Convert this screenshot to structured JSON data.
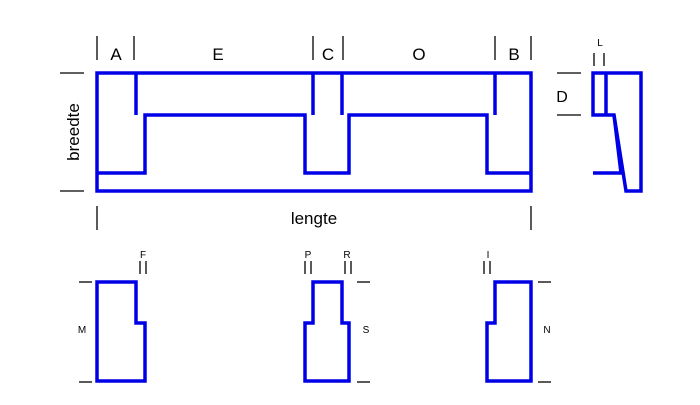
{
  "labels": {
    "A": "A",
    "E": "E",
    "C": "C",
    "O": "O",
    "B": "B",
    "L": "L",
    "D": "D",
    "breedte": "breedte",
    "lengte": "lengte",
    "F": "F",
    "P": "P",
    "R": "R",
    "I": "I",
    "M": "M",
    "S": "S",
    "N": "N"
  },
  "colors": {
    "outline": "#0000e6",
    "dimension_marks": "#000000",
    "background": "#ffffff"
  }
}
